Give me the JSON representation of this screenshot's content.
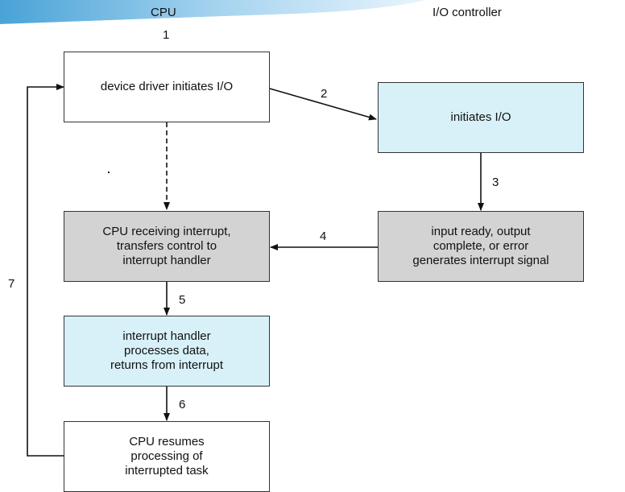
{
  "columns": {
    "left": "CPU",
    "right": "I/O controller"
  },
  "steps": {
    "s1": "1",
    "s2": "2",
    "s3": "3",
    "s4": "4",
    "s5": "5",
    "s6": "6",
    "s7": "7"
  },
  "boxes": {
    "driver": "device driver initiates I/O",
    "io_init": "initiates I/O",
    "cpu_receive": "CPU receiving interrupt,\ntransfers control to\ninterrupt handler",
    "input_ready": "input ready, output\ncomplete, or error\ngenerates interrupt signal",
    "handler": "interrupt handler\nprocesses data,\nreturns from interrupt",
    "resume": "CPU resumes\nprocessing of\ninterrupted task"
  },
  "colors": {
    "blue_fill": "#d8f1f8",
    "gray_fill": "#d3d3d3",
    "banner": "#4fa6d6"
  }
}
